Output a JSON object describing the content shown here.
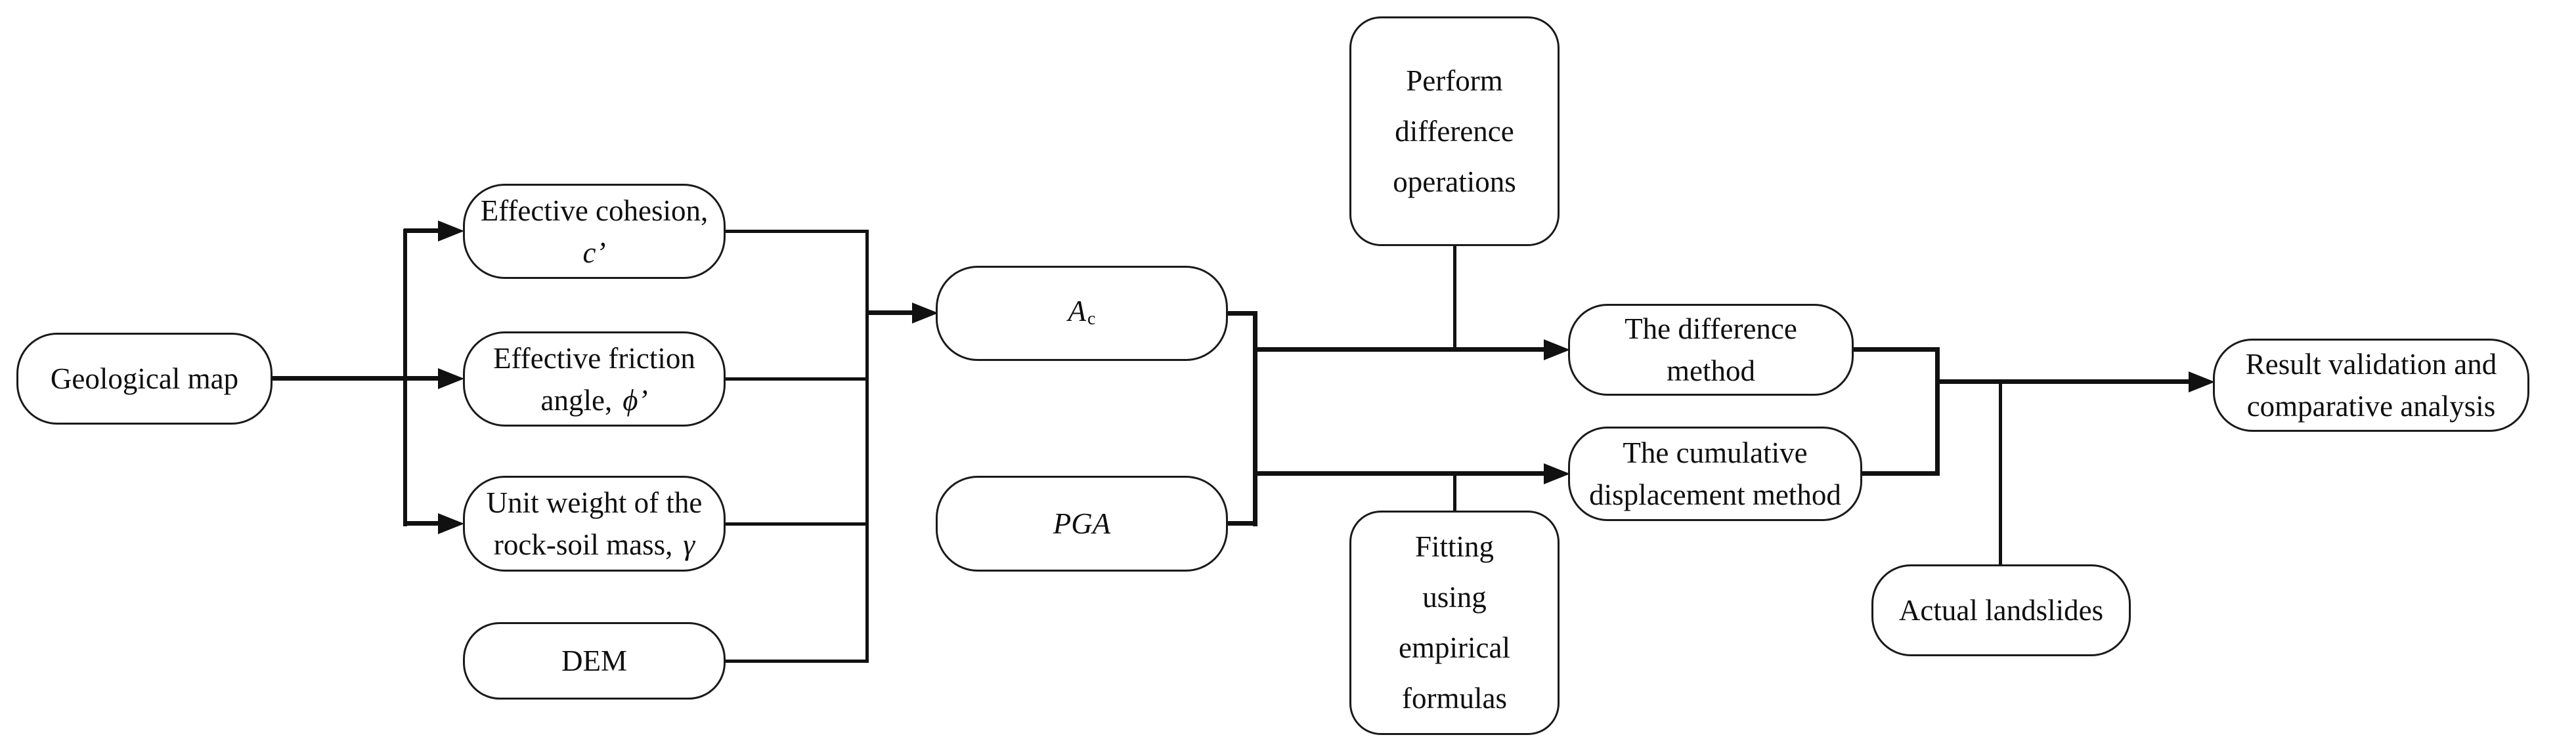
{
  "colors": {
    "line": "#111111",
    "box_border": "#1a1a1a",
    "box_fill": "#ffffff",
    "text": "#0f0f0f",
    "background": "#ffffff"
  },
  "nodes": {
    "geological_map": {
      "label": "Geological map"
    },
    "effective_cohesion": {
      "line1": "Effective cohesion,",
      "symbol": "c’"
    },
    "effective_friction": {
      "line1": "Effective friction",
      "line2_text": "angle,",
      "symbol": "ϕ’"
    },
    "unit_weight": {
      "line1": "Unit weight of the",
      "line2_text": "rock-soil mass,",
      "symbol": "γ"
    },
    "dem": {
      "label": "DEM"
    },
    "ac": {
      "base": "A",
      "subscript": "c"
    },
    "pga": {
      "label": "PGA"
    },
    "perform_difference": {
      "line1": "Perform",
      "line2": "difference",
      "line3": "operations"
    },
    "fitting": {
      "line1": "Fitting",
      "line2": "using",
      "line3": "empirical",
      "line4": "formulas"
    },
    "difference_method": {
      "line1": "The difference",
      "line2": "method"
    },
    "cumulative_method": {
      "line1": "The cumulative",
      "line2": "displacement method"
    },
    "actual_landslides": {
      "label": "Actual landslides"
    },
    "result_validation": {
      "line1": "Result validation and",
      "line2": "comparative analysis"
    }
  }
}
